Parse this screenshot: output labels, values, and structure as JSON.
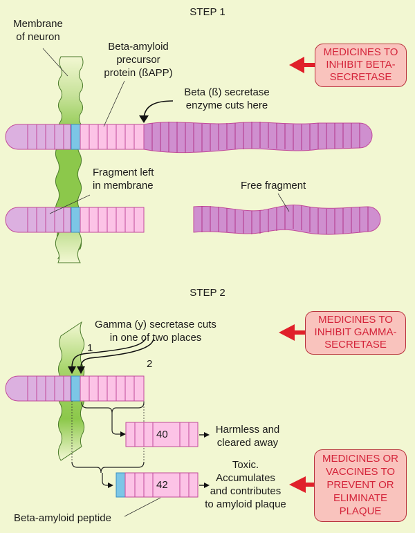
{
  "colors": {
    "background": "#f2f7d2",
    "membrane": "#8cc84b",
    "membrane_light": "#cfe6a3",
    "protein_inner": "#dcb0e0",
    "protein_outer": "#fcc3e6",
    "free_fragment": "#cf8fcf",
    "transmembrane": "#7cc6e6",
    "segment_line": "#c0499a",
    "callout_fill": "#f9c3bd",
    "callout_text": "#d4243a",
    "arrow_red": "#e0202a"
  },
  "step1": {
    "title": "STEP 1",
    "membrane_label": [
      "Membrane",
      "of neuron"
    ],
    "precursor_label": [
      "Beta-amyloid",
      "precursor",
      "protein (ßAPP)"
    ],
    "beta_cut_label": [
      "Beta (ß) secretase",
      "enzyme cuts here"
    ],
    "fragment_left_label": [
      "Fragment left",
      "in membrane"
    ],
    "free_fragment_label": "Free fragment",
    "callout": [
      "MEDICINES TO",
      "INHIBIT BETA-",
      "SECRETASE"
    ]
  },
  "step2": {
    "title": "STEP 2",
    "gamma_label": [
      "Gamma (y) secretase cuts",
      "in one of two places"
    ],
    "cut_site_1": "1",
    "cut_site_2": "2",
    "peptide_40": "40",
    "peptide_42": "42",
    "outcome_40": [
      "Harmless and",
      "cleared away"
    ],
    "outcome_42": [
      "Toxic.",
      "Accumulates",
      "and contributes",
      "to amyloid plaque"
    ],
    "peptide_label": "Beta-amyloid peptide",
    "callout_gamma": [
      "MEDICINES TO",
      "INHIBIT GAMMA-",
      "SECRETASE"
    ],
    "callout_plaque": [
      "MEDICINES OR",
      "VACCINES TO",
      "PREVENT OR",
      "ELIMINATE",
      "PLAQUE"
    ]
  }
}
